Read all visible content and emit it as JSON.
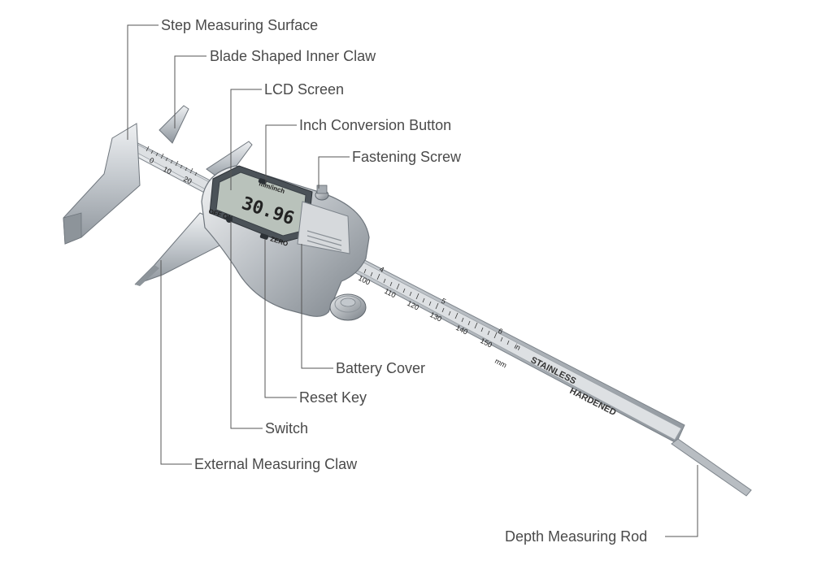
{
  "labels": {
    "step_measuring_surface": "Step Measuring Surface",
    "blade_shaped_inner_claw": "Blade Shaped Inner Claw",
    "lcd_screen": "LCD Screen",
    "inch_conversion_button": "Inch Conversion Button",
    "fastening_screw": "Fastening Screw",
    "battery_cover": "Battery Cover",
    "reset_key": "Reset Key",
    "switch": "Switch",
    "external_measuring_claw": "External Measuring Claw",
    "depth_measuring_rod": "Depth Measuring Rod"
  },
  "device": {
    "display_reading": "30.96",
    "mm_inch_label": "mm/inch",
    "off_on_label": "OFF ON",
    "zero_label": "ZERO",
    "engraving_line1": "STAINLESS",
    "engraving_line2": "HARDENED",
    "unit_in": "in",
    "unit_mm": "mm",
    "scale_top": [
      "0",
      "10",
      "20"
    ],
    "scale_lower": [
      "100",
      "110",
      "120",
      "130",
      "140",
      "150"
    ],
    "scale_inch": [
      "4",
      "5",
      "6"
    ]
  },
  "colors": {
    "background": "#ffffff",
    "label_text": "#4a4a4a",
    "leader_line": "#555555",
    "steel": "#c9cdd1",
    "lcd_glass": "#b9c2bb"
  }
}
